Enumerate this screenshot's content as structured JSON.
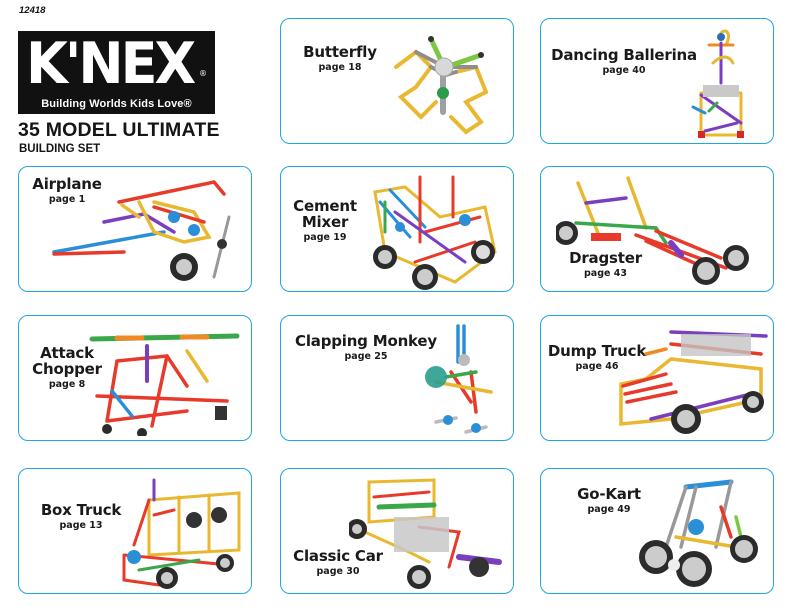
{
  "header": {
    "set_number": "12418",
    "logo_word": "K'NEX",
    "logo_registered": "®",
    "tagline": "Building Worlds Kids Love®",
    "title": "35 MODEL ULTIMATE",
    "subtitle": "BUILDING SET"
  },
  "colors": {
    "card_border": "#1ea8dd",
    "logo_background": "#111111",
    "text": "#1a1a1a"
  },
  "models": [
    {
      "title": "Butterfly",
      "page": "page 18"
    },
    {
      "title": "Dancing Ballerina",
      "page": "page 40"
    },
    {
      "title": "Airplane",
      "page": "page 1"
    },
    {
      "title": "Cement",
      "title2": "Mixer",
      "page": "page 19"
    },
    {
      "title": "Dragster",
      "page": "page 43"
    },
    {
      "title": "Attack",
      "title2": "Chopper",
      "page": "page 8"
    },
    {
      "title": "Clapping Monkey",
      "page": "page 25"
    },
    {
      "title": "Dump Truck",
      "page": "page 46"
    },
    {
      "title": "Box Truck",
      "page": "page 13"
    },
    {
      "title": "Classic Car",
      "page": "page 30"
    },
    {
      "title": "Go-Kart",
      "page": "page 49"
    }
  ]
}
